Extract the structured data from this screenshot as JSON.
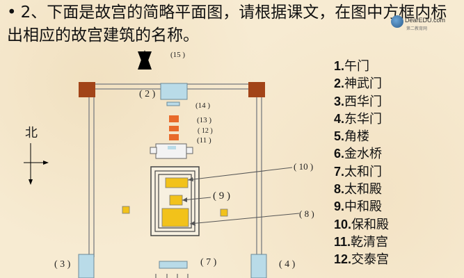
{
  "question": {
    "bullet": "•",
    "text": "2、下面是故宫的简略平面图，请根据课文，在图中方框内标出相应的故宫建筑的名称。"
  },
  "logo": {
    "brand": "DearEDU.com",
    "sub": "第二教育网"
  },
  "compass": {
    "north_label": "北"
  },
  "buildings": [
    {
      "num": "1.",
      "name": "午门"
    },
    {
      "num": "2.",
      "name": "神武门"
    },
    {
      "num": "3.",
      "name": "西华门"
    },
    {
      "num": "4.",
      "name": "东华门"
    },
    {
      "num": "5.",
      "name": "角楼"
    },
    {
      "num": "6.",
      "name": "金水桥"
    },
    {
      "num": "7.",
      "name": "太和门"
    },
    {
      "num": "8.",
      "name": "太和殿"
    },
    {
      "num": "9.",
      "name": "中和殿"
    },
    {
      "num": "10.",
      "name": "保和殿"
    },
    {
      "num": "11.",
      "name": "乾清宫"
    },
    {
      "num": "12.",
      "name": "交泰宫"
    }
  ],
  "map_labels": {
    "l15": "(15 )",
    "l2": "( 2 )",
    "l14": "(14 )",
    "l13": "(13 )",
    "l12": "( 12 )",
    "l11": "(11 )",
    "l10": "( 10 )",
    "l9": "( 9 )",
    "l8": "( 8 )",
    "l7": "( 7 )",
    "l3": "( 3 )",
    "l4": "( 4 )"
  },
  "colors": {
    "background": "#f7ebd2",
    "corner_tower": "#a24418",
    "gate": "#b9dbe8",
    "hall": "#f2c21a",
    "small_building": "#e86a2a",
    "wall_line": "#7a7a7a"
  }
}
